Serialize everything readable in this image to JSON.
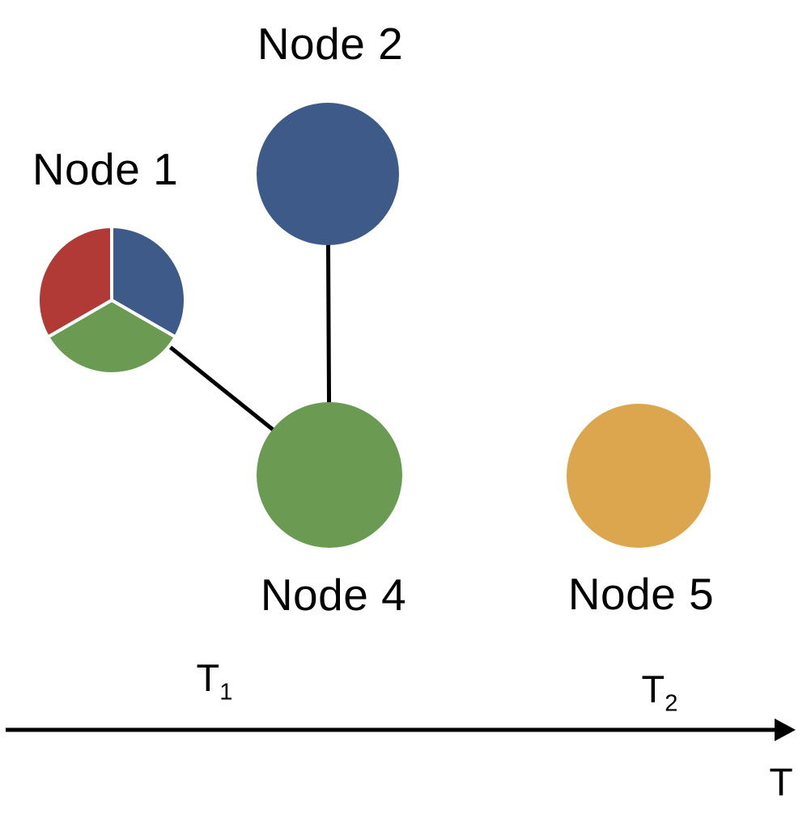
{
  "colors": {
    "blue": "#3D5A88",
    "green": "#6B9B53",
    "red": "#B13936",
    "orange": "#DCA64F",
    "edge": "#000000",
    "separator": "#FFFFFF",
    "text": "#000000",
    "background": "#FFFFFF"
  },
  "nodes": [
    {
      "id": "node-1",
      "label": "Node 1",
      "fill": "pie",
      "pie_segments": [
        "blue",
        "green",
        "red"
      ]
    },
    {
      "id": "node-2",
      "label": "Node 2",
      "fill": "blue"
    },
    {
      "id": "node-4",
      "label": "Node 4",
      "fill": "green"
    },
    {
      "id": "node-5",
      "label": "Node 5",
      "fill": "orange"
    }
  ],
  "edges": [
    {
      "from": "node-2",
      "to": "node-4"
    },
    {
      "from": "node-1",
      "to": "node-4"
    }
  ],
  "timeline": {
    "ticks": [
      {
        "base": "T",
        "sub": "1"
      },
      {
        "base": "T",
        "sub": "2"
      }
    ],
    "axis_label": "T"
  }
}
